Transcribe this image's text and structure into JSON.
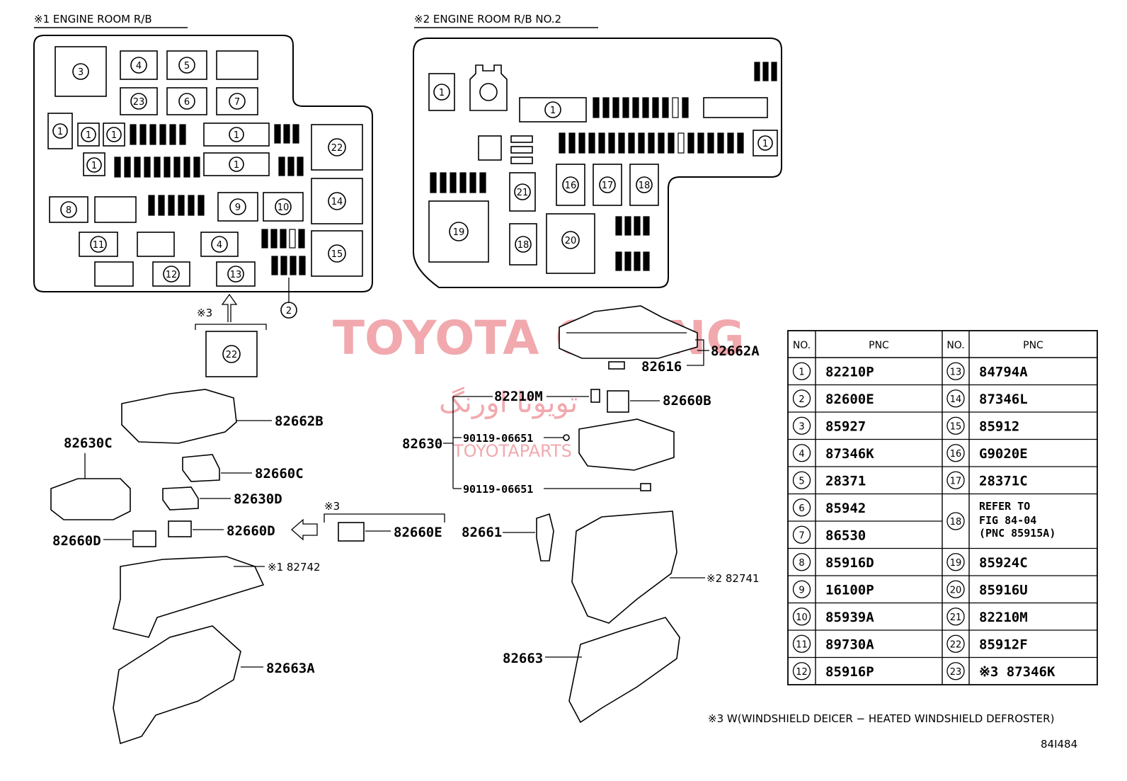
{
  "titles": {
    "box1": "※1 ENGINE ROOM R/B",
    "box2": "※2 ENGINE ROOM R/B NO.2"
  },
  "watermark": {
    "main": "TOYOTA ORANG",
    "arabic": "تويوتا اورنگ",
    "url": "TOYOTAPARTS"
  },
  "callouts": {
    "c82662A": "82662A",
    "c82616": "82616",
    "c82210M": "82210M",
    "c82660B": "82660B",
    "c82630": "82630",
    "c90119a": "90119-06651",
    "c90119b": "90119-06651",
    "c82662B": "82662B",
    "c82630C": "82630C",
    "c82660C": "82660C",
    "c82630D": "82630D",
    "c82660D_right": "82660D",
    "c82660D_left": "82660D",
    "c82660E": "82660E",
    "c82661": "82661",
    "c82742": "※1 82742",
    "c82741": "※2 82741",
    "c82663A": "82663A",
    "c82663": "82663",
    "x3a": "※3",
    "x3b": "※3"
  },
  "table": {
    "headers": [
      "NO.",
      "PNC",
      "NO.",
      "PNC"
    ],
    "left": [
      {
        "no": "1",
        "pnc": "82210P"
      },
      {
        "no": "2",
        "pnc": "82600E"
      },
      {
        "no": "3",
        "pnc": "85927"
      },
      {
        "no": "4",
        "pnc": "87346K"
      },
      {
        "no": "5",
        "pnc": "28371"
      },
      {
        "no": "6",
        "pnc": "85942"
      },
      {
        "no": "7",
        "pnc": "86530"
      },
      {
        "no": "8",
        "pnc": "85916D"
      },
      {
        "no": "9",
        "pnc": "16100P"
      },
      {
        "no": "10",
        "pnc": "85939A"
      },
      {
        "no": "11",
        "pnc": "89730A"
      },
      {
        "no": "12",
        "pnc": "85916P"
      }
    ],
    "right": [
      {
        "no": "13",
        "pnc": "84794A"
      },
      {
        "no": "14",
        "pnc": "87346L"
      },
      {
        "no": "15",
        "pnc": "85912"
      },
      {
        "no": "16",
        "pnc": "G9020E"
      },
      {
        "no": "17",
        "pnc": "28371C"
      },
      {
        "no": "19",
        "pnc": "85924C"
      },
      {
        "no": "20",
        "pnc": "85916U"
      },
      {
        "no": "21",
        "pnc": "82210M"
      },
      {
        "no": "22",
        "pnc": "85912F"
      },
      {
        "no": "23",
        "pnc": "※3 87346K"
      }
    ],
    "refer": {
      "no": "18",
      "line1": "REFER TO",
      "line2": "FIG 84-04",
      "line3": "(PNC 85915A)"
    }
  },
  "footnote": "※3 W(WINDSHIELD DEICER − HEATED WINDSHIELD DEFROSTER)",
  "figure_id": "84I484"
}
